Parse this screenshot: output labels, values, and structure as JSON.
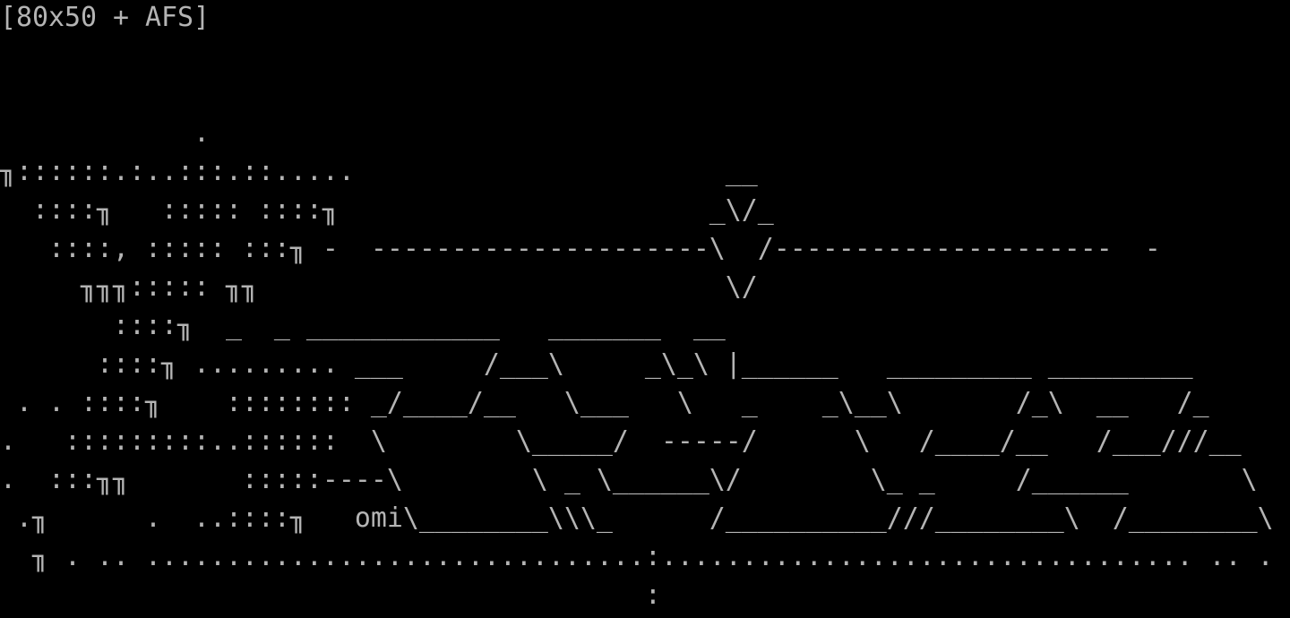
{
  "screen": {
    "title": "[80x50 + AFS]",
    "lines": [
      "[80x50 + AFS]",
      "",
      "",
      "            .",
      "╖::::::.:..:::.::.....                       __",
      "  ::::╖   ::::: ::::╖                       _\\/_",
      "   ::::, ::::: :::╖ -  ---------------------\\  /---------------------  -",
      "     ╖╖╖::::: ╖╖                             \\/",
      "       ::::╖  _  _ ____________   _______  __",
      "      ::::╖ ......... ___     /___\\     _\\_\\ |______   _________ _________",
      " . . ::::╖    :::::::: _/____/__   \\___   \\   _    _\\__\\       /_\\  __   /_",
      ".   :::::::::..::::::  \\        \\_____/  -----/      \\   /____/__   /___///__",
      ".  :::╖╖       :::::----\\        \\ _ \\______\\/        \\_ _     /______       \\",
      " .╖      .  ..::::╖   omi\\________\\\\\\_      /__________///________\\  /________\\",
      "  ╖ . .. ...............................:................................. .. .",
      "                                        :"
    ]
  }
}
